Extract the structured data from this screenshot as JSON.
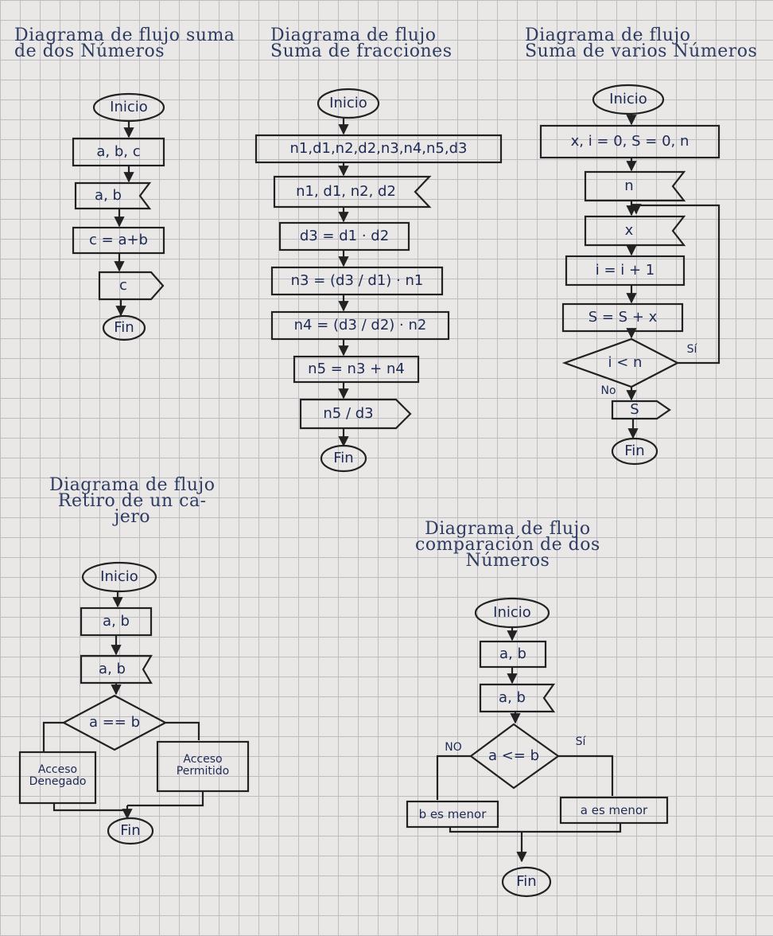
{
  "titles": {
    "d1": "Diagrama de flujo suma\nde dos Números",
    "d2": "Diagrama de flujo\nSuma de fracciones",
    "d3": "Diagrama de flujo\nSuma de varios Números",
    "d4": "Diagrama de flujo\nRetiro de un ca-\njero",
    "d5": "Diagrama de flujo\ncomparación de dos\nNúmeros"
  },
  "d1": {
    "start": "Inicio",
    "decl": "a, b, c",
    "input": "a, b",
    "proc": "c = a+b",
    "output": "c",
    "end": "Fin"
  },
  "d2": {
    "start": "Inicio",
    "decl": "n1,d1,n2,d2,n3,n4,n5,d3",
    "input": "n1, d1, n2, d2",
    "p1": "d3 = d1 · d2",
    "p2": "n3 = (d3 / d1) · n1",
    "p3": "n4 = (d3 / d2) · n2",
    "p4": "n5 = n3 + n4",
    "output": "n5 / d3",
    "end": "Fin"
  },
  "d3": {
    "start": "Inicio",
    "decl": "x, i = 0, S = 0, n",
    "input1": "n",
    "input2": "x",
    "p1": "i = i + 1",
    "p2": "S = S + x",
    "cond": "i < n",
    "yes": "Sí",
    "no": "No",
    "output": "S",
    "end": "Fin"
  },
  "d4": {
    "start": "Inicio",
    "decl": "a, b",
    "input": "a, b",
    "cond": "a == b",
    "left": "Acceso\nDenegado",
    "right": "Acceso\nPermitido",
    "end": "Fin"
  },
  "d5": {
    "start": "Inicio",
    "decl": "a, b",
    "input": "a, b",
    "cond": "a <= b",
    "no": "NO",
    "yes": "Sí",
    "left": "b es menor",
    "right": "a es menor",
    "end": "Fin"
  }
}
